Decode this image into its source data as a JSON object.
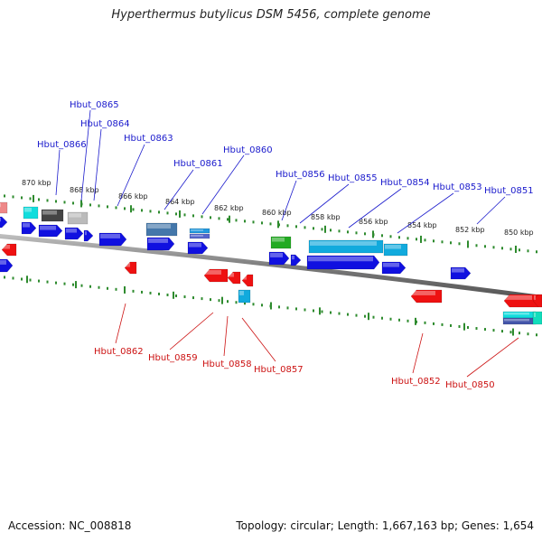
{
  "title": "Hyperthermus butylicus DSM 5456, complete genome",
  "footer": {
    "accession": "Accession: NC_008818",
    "topology": "Topology: circular; Length: 1,667,163 bp; Genes: 1,654"
  },
  "colors": {
    "forward_label": "#1a1acc",
    "reverse_label": "#cc1111",
    "tick": "#2e8b2e",
    "backbone": "#808080",
    "forward_gene": "#1010e0",
    "reverse_gene": "#ee1111",
    "cyan_feature": "#11aadd",
    "steel_feature": "#4477aa",
    "green_feature": "#22aa22",
    "gray_feature": "#444444",
    "lightgray_feature": "#bbbbbb"
  },
  "scale_labels": [
    "870 kbp",
    "868 kbp",
    "866 kbp",
    "864 kbp",
    "862 kbp",
    "860 kbp",
    "858 kbp",
    "856 kbp",
    "854 kbp",
    "852 kbp",
    "850 kbp"
  ],
  "forward_genes": [
    "Hbut_0866",
    "Hbut_0865",
    "Hbut_0864",
    "Hbut_0863",
    "Hbut_0861",
    "Hbut_0860",
    "Hbut_0856",
    "Hbut_0855",
    "Hbut_0854",
    "Hbut_0853",
    "Hbut_0851"
  ],
  "reverse_genes": [
    "Hbut_0862",
    "Hbut_0859",
    "Hbut_0858",
    "Hbut_0857",
    "Hbut_0852",
    "Hbut_0850"
  ]
}
